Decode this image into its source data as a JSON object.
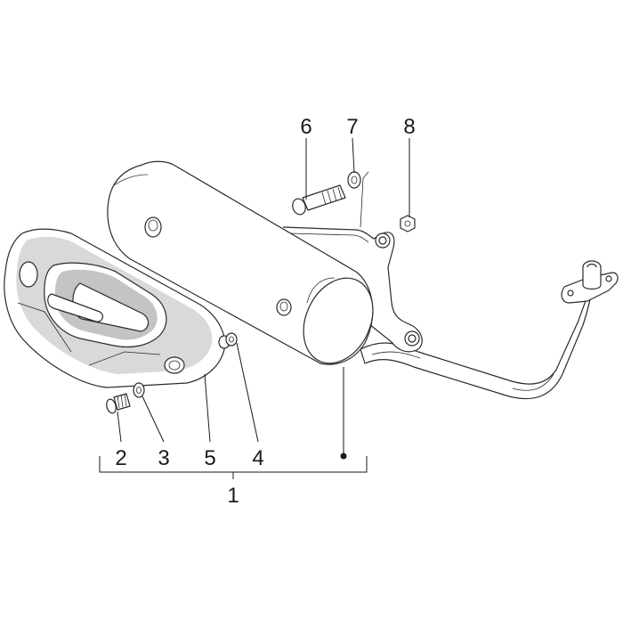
{
  "diagram": {
    "callouts": [
      {
        "id": "c1",
        "label": "1"
      },
      {
        "id": "c2",
        "label": "2"
      },
      {
        "id": "c3",
        "label": "3"
      },
      {
        "id": "c4",
        "label": "4"
      },
      {
        "id": "c5",
        "label": "5"
      },
      {
        "id": "c6",
        "label": "6"
      },
      {
        "id": "c7",
        "label": "7"
      },
      {
        "id": "c8",
        "label": "8"
      }
    ]
  }
}
